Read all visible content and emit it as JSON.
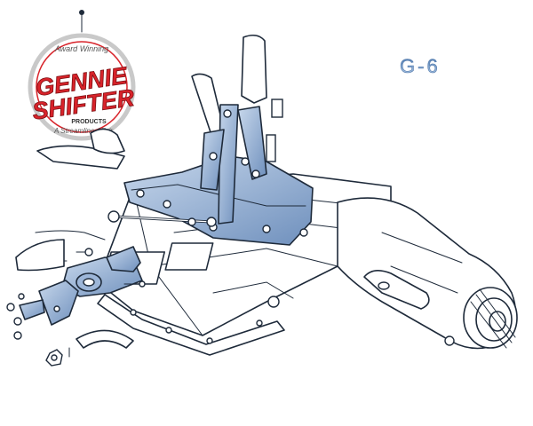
{
  "logo": {
    "arc_top": "Award Winning",
    "line1": "GENNIE",
    "line2": "SHIFTER",
    "sub": "PRODUCTS",
    "arc_bottom": "A Streamline Affair"
  },
  "model_label": "G-6",
  "colors": {
    "line": "#1e2a3a",
    "part_fill": "#7f9fc8",
    "part_fill_light": "#b9cce4",
    "logo_red": "#d8232a",
    "logo_ring": "#c9c9c9",
    "label_blue": "#7aa2cf"
  },
  "icons": [
    "shifter-logo-icon",
    "transmission-icon",
    "shifter-linkage-icon",
    "bracket-icon",
    "bolt-icon"
  ]
}
